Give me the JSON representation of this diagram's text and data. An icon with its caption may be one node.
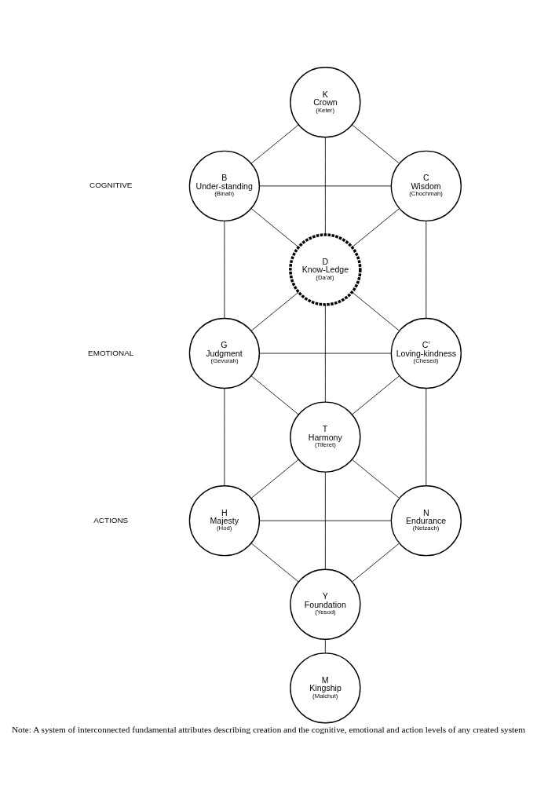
{
  "diagram": {
    "caption": "Note: A system of interconnected fundamental attributes describing creation and the cognitive, emotional and action levels of any created system",
    "nodes": [
      {
        "text": [
          "K",
          "Crown",
          "(Keter)"
        ]
      },
      {
        "text": [
          "B",
          "Under-standing",
          "(Binah)"
        ]
      },
      {
        "text": [
          "C",
          "Wisdom",
          "(Chochmah)"
        ]
      },
      {
        "text": [
          "D",
          "Know-Ledge",
          "(Da’at)"
        ]
      },
      {
        "text": [
          "G",
          "Judgment",
          "(Gevurah)"
        ]
      },
      {
        "text": [
          "C’",
          "Loving-kindness",
          "(Chesed)"
        ]
      },
      {
        "text": [
          "T",
          "Harmony",
          "(Tiferet)"
        ]
      },
      {
        "text": [
          "H",
          "Majesty",
          "(Hod)"
        ]
      },
      {
        "text": [
          "N",
          "Endurance",
          "(Netzach)"
        ]
      },
      {
        "text": [
          "Y",
          "Foundation",
          "(Yesod)"
        ]
      },
      {
        "text": [
          "M",
          "Kingship",
          "(Malchut)"
        ]
      }
    ],
    "edges": [
      {
        "from": 0,
        "to": 1,
        "arrow": "none"
      },
      {
        "from": 0,
        "to": 2,
        "arrow": "none"
      },
      {
        "from": 0,
        "to": 3,
        "arrow": "none"
      },
      {
        "from": 1,
        "to": 2,
        "arrow": "none"
      },
      {
        "from": 1,
        "to": 3,
        "arrow": "none"
      },
      {
        "from": 2,
        "to": 3,
        "arrow": "none"
      },
      {
        "from": 1,
        "to": 4,
        "arrow": "none"
      },
      {
        "from": 2,
        "to": 5,
        "arrow": "none"
      },
      {
        "from": 3,
        "to": 4,
        "arrow": "none"
      },
      {
        "from": 3,
        "to": 5,
        "arrow": "none"
      },
      {
        "from": 3,
        "to": 6,
        "arrow": "none"
      },
      {
        "from": 4,
        "to": 5,
        "arrow": "none"
      },
      {
        "from": 4,
        "to": 6,
        "arrow": "none"
      },
      {
        "from": 5,
        "to": 6,
        "arrow": "none"
      },
      {
        "from": 4,
        "to": 7,
        "arrow": "none"
      },
      {
        "from": 5,
        "to": 8,
        "arrow": "none"
      },
      {
        "from": 6,
        "to": 7,
        "arrow": "none"
      },
      {
        "from": 6,
        "to": 8,
        "arrow": "none"
      },
      {
        "from": 6,
        "to": 9,
        "arrow": "none"
      },
      {
        "from": 7,
        "to": 8,
        "arrow": "none"
      },
      {
        "from": 7,
        "to": 9,
        "arrow": "none"
      },
      {
        "from": 8,
        "to": 9,
        "arrow": "none"
      },
      {
        "from": 9,
        "to": 10,
        "arrow": "none"
      }
    ],
    "labels": [
      "COGNITIVE",
      "EMOTIONAL",
      "ACTIONS"
    ]
  }
}
